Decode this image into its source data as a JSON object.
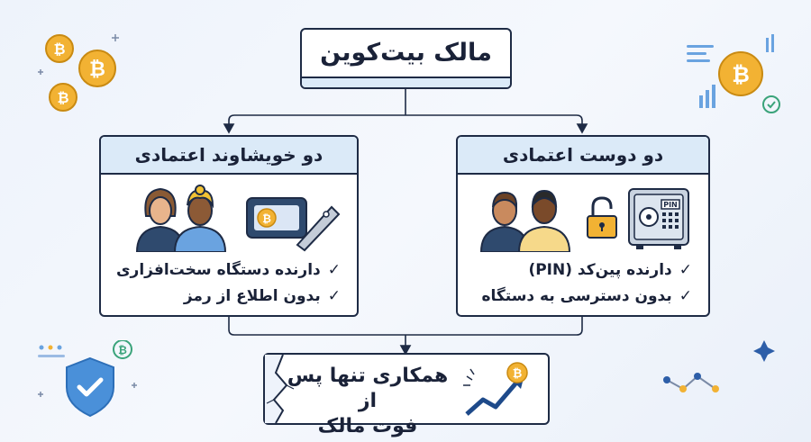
{
  "owner": {
    "title": "مالک بیت‌کوین"
  },
  "relatives": {
    "title": "دو خویشاوند اعتمادی",
    "items": [
      "دارنده دستگاه سخت‌افزاری",
      "بدون اطلاع از رمز"
    ]
  },
  "friends": {
    "title": "دو دوست اعتمادی",
    "items": [
      "دارنده پین‌کد (PIN)",
      "بدون دسترسی به دستگاه"
    ]
  },
  "outcome": {
    "line1": "همکاری تنها پس از",
    "line2": "فوت مالک"
  },
  "safe_label": "PIN",
  "icons": {
    "check": "✓",
    "bitcoin": "₿"
  },
  "colors": {
    "border": "#1e2b45",
    "header_fill": "#dbeaf8",
    "accent_blue": "#4a90d9",
    "gold": "#f2b233"
  }
}
